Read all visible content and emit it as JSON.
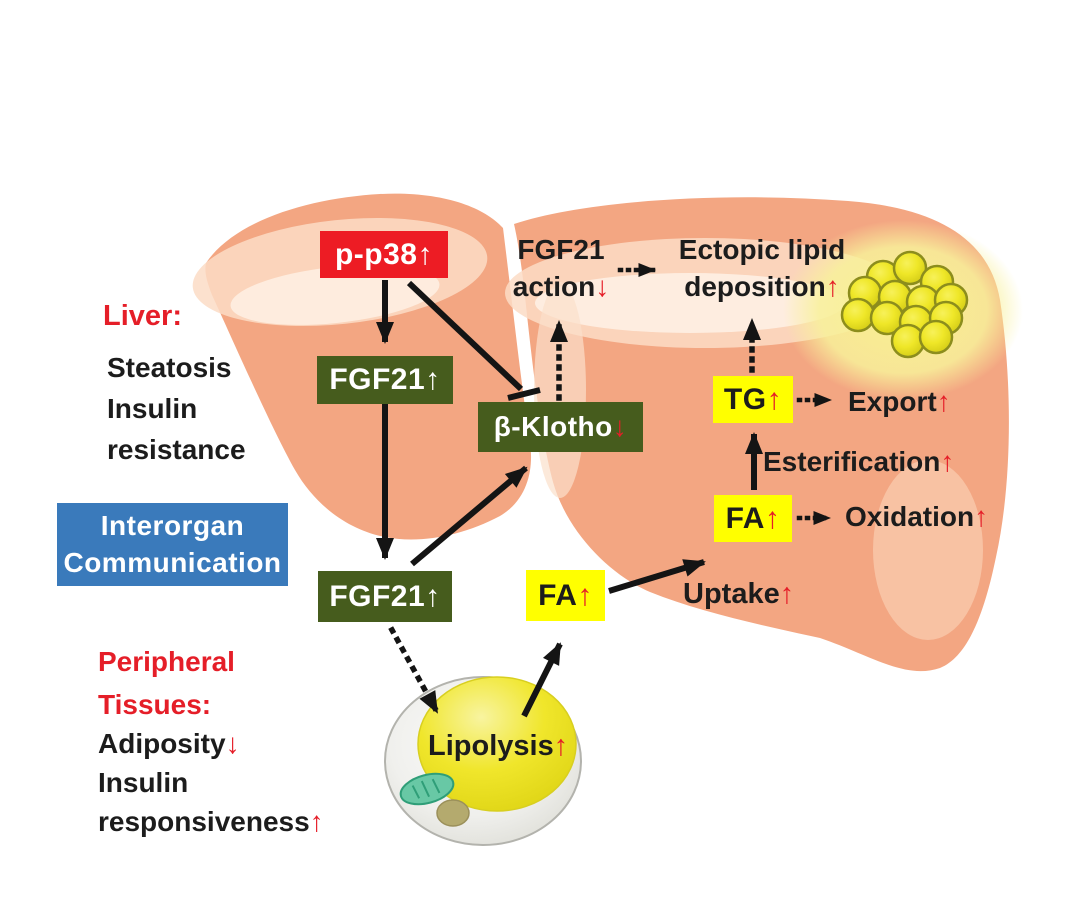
{
  "colors": {
    "red_box": "#ed1c24",
    "green_box": "#465c1d",
    "blue_box": "#3a7abb",
    "yellow_box": "#ffff00",
    "accent_red": "#e51e28",
    "ink": "#1c1c1c",
    "liver": "#f3a682",
    "arrow": "#141414",
    "lipid_yellow": "#eae21c",
    "adipocyte_gray": "#ececea",
    "mitochondria_teal": "#68c8a5"
  },
  "left_panel": {
    "liver_title": "Liver:",
    "liver_line1": "Steatosis",
    "liver_line2": "Insulin",
    "liver_line3": "resistance",
    "interorgan_line1": "Interorgan",
    "interorgan_line2": "Communication",
    "peripheral_title1": "Peripheral",
    "peripheral_title2": "Tissues:",
    "peripheral_line1": "Adiposity",
    "peripheral_line1_arrow": "↓",
    "peripheral_line2": "Insulin",
    "peripheral_line3": "responsiveness",
    "peripheral_line3_arrow": "↑"
  },
  "nodes": {
    "p_p38": {
      "label": "p-p38",
      "arrow": "↑"
    },
    "fgf21_liver": {
      "label": "FGF21",
      "arrow": "↑"
    },
    "beta_klotho": {
      "label": "β-Klotho",
      "arrow": "↓"
    },
    "fgf21_circulating": {
      "label": "FGF21",
      "arrow": "↑"
    },
    "tg": {
      "label": "TG",
      "arrow": "↑"
    },
    "fa_liver": {
      "label": "FA",
      "arrow": "↑"
    },
    "fa_plasma": {
      "label": "FA",
      "arrow": "↑"
    },
    "lipolysis": {
      "label": "Lipolysis",
      "arrow": "↑"
    }
  },
  "annotations": {
    "fgf21_action_line1": "FGF21",
    "fgf21_action_line2": "action",
    "fgf21_action_arrow": "↓",
    "ectopic_line1": "Ectopic lipid",
    "ectopic_line2": "deposition",
    "ectopic_arrow": "↑",
    "export": "Export",
    "export_arrow": "↑",
    "esterification": "Esterification",
    "esterification_arrow": "↑",
    "oxidation": "Oxidation",
    "oxidation_arrow": "↑",
    "uptake": "Uptake",
    "uptake_arrow": "↑"
  }
}
